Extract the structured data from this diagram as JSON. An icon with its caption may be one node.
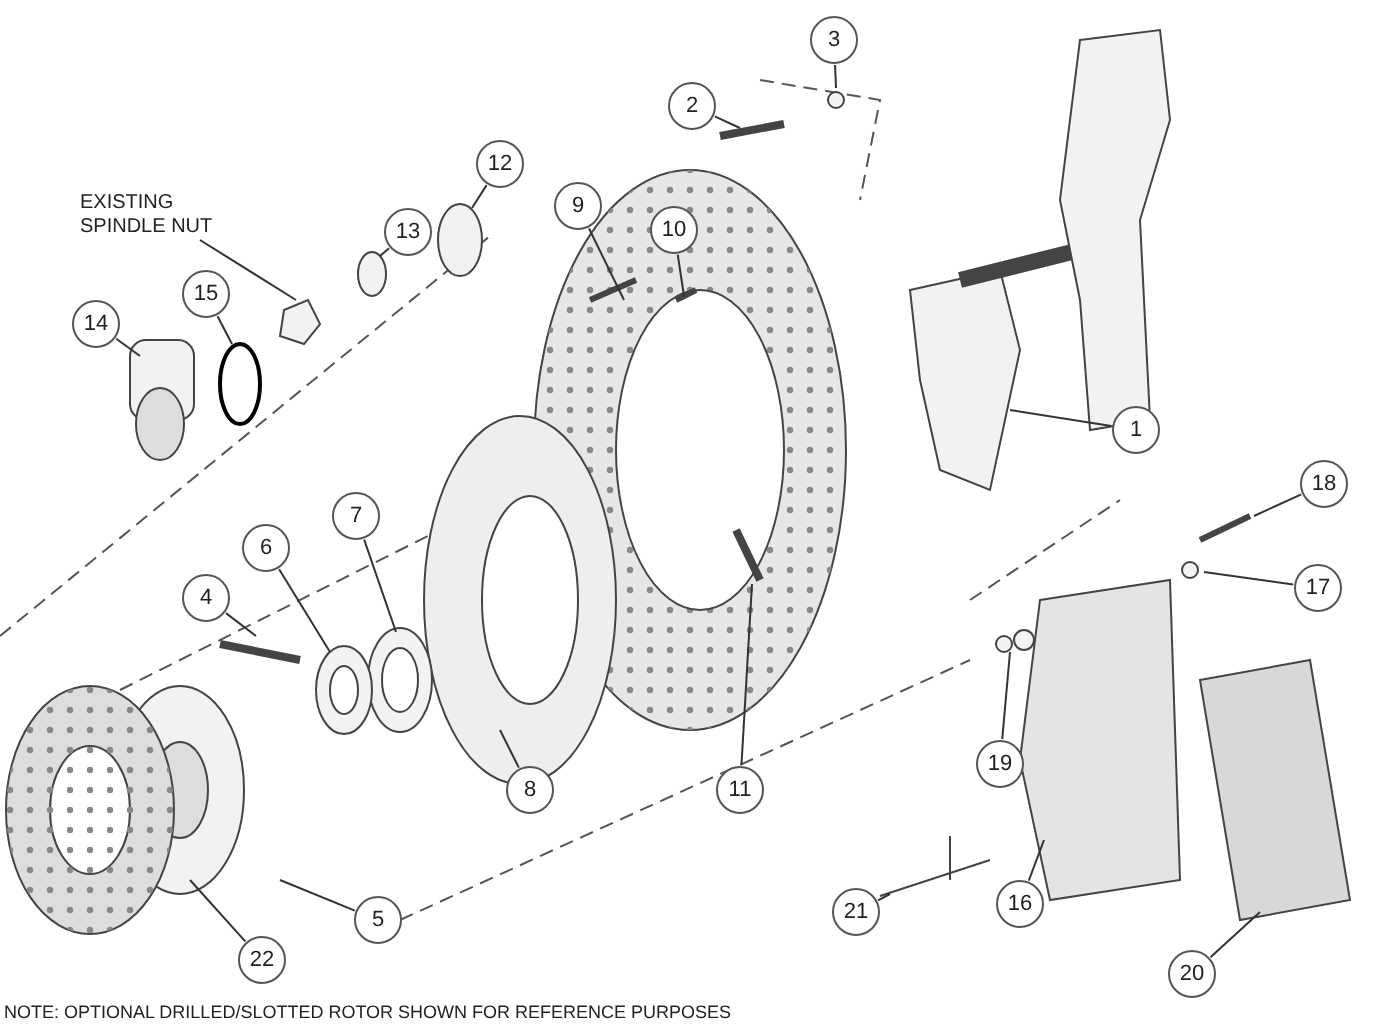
{
  "diagram": {
    "caption": "NOTE: OPTIONAL DRILLED/SLOTTED ROTOR SHOWN FOR REFERENCE PURPOSES",
    "nodes": [
      {
        "text": [
          "1"
        ]
      },
      {
        "text": [
          "2"
        ]
      },
      {
        "text": [
          "3"
        ]
      },
      {
        "text": [
          "4"
        ]
      },
      {
        "text": [
          "5"
        ]
      },
      {
        "text": [
          "6"
        ]
      },
      {
        "text": [
          "7"
        ]
      },
      {
        "text": [
          "8"
        ]
      },
      {
        "text": [
          "9"
        ]
      },
      {
        "text": [
          "10"
        ]
      },
      {
        "text": [
          "11"
        ]
      },
      {
        "text": [
          "12"
        ]
      },
      {
        "text": [
          "13"
        ]
      },
      {
        "text": [
          "14"
        ]
      },
      {
        "text": [
          "15"
        ]
      },
      {
        "text": [
          "16"
        ]
      },
      {
        "text": [
          "17"
        ]
      },
      {
        "text": [
          "18"
        ]
      },
      {
        "text": [
          "19"
        ]
      },
      {
        "text": [
          "20"
        ]
      },
      {
        "text": [
          "21"
        ]
      },
      {
        "text": [
          "22"
        ]
      },
      {
        "text": [
          "EXISTING SPINDLE NUT"
        ]
      }
    ],
    "edges": [
      {
        "from": 0,
        "to": null,
        "arrow": "none"
      },
      {
        "from": 1,
        "to": null,
        "arrow": "none"
      },
      {
        "from": 2,
        "to": null,
        "arrow": "none"
      },
      {
        "from": 3,
        "to": null,
        "arrow": "none"
      },
      {
        "from": 4,
        "to": null,
        "arrow": "none"
      },
      {
        "from": 5,
        "to": null,
        "arrow": "none"
      },
      {
        "from": 6,
        "to": null,
        "arrow": "none"
      },
      {
        "from": 7,
        "to": null,
        "arrow": "none"
      },
      {
        "from": 8,
        "to": null,
        "arrow": "none"
      },
      {
        "from": 9,
        "to": null,
        "arrow": "none"
      },
      {
        "from": 10,
        "to": null,
        "arrow": "none"
      },
      {
        "from": 11,
        "to": null,
        "arrow": "none"
      },
      {
        "from": 12,
        "to": null,
        "arrow": "none"
      },
      {
        "from": 13,
        "to": null,
        "arrow": "none"
      },
      {
        "from": 14,
        "to": null,
        "arrow": "none"
      },
      {
        "from": 15,
        "to": null,
        "arrow": "none"
      },
      {
        "from": 16,
        "to": null,
        "arrow": "none"
      },
      {
        "from": 17,
        "to": null,
        "arrow": "none"
      },
      {
        "from": 18,
        "to": null,
        "arrow": "none"
      },
      {
        "from": 19,
        "to": null,
        "arrow": "none"
      },
      {
        "from": 20,
        "to": null,
        "arrow": "none"
      },
      {
        "from": 21,
        "to": null,
        "arrow": "none"
      },
      {
        "from": 22,
        "to": null,
        "arrow": "none"
      }
    ]
  }
}
